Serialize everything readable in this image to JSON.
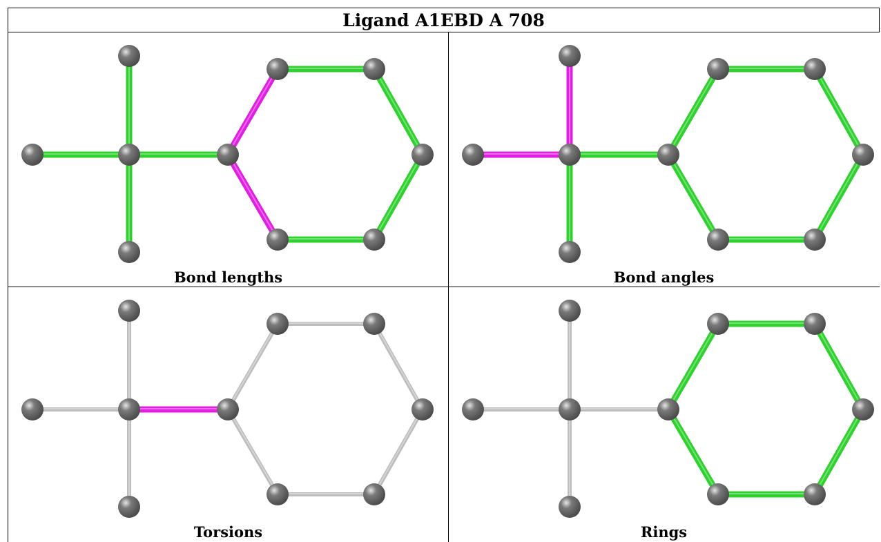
{
  "title": "Ligand A1EBD A 708",
  "colors": {
    "atom": "#7a7a7a",
    "bond_green": "#2fd12f",
    "bond_magenta": "#e020e0",
    "bond_gray": "#bdbdbd"
  },
  "panels": [
    {
      "caption": "Bond lengths",
      "bonds": [
        "green",
        "green",
        "green",
        "green",
        "magenta",
        "magenta",
        "green",
        "green",
        "green",
        "green"
      ]
    },
    {
      "caption": "Bond angles",
      "bonds": [
        "magenta",
        "magenta",
        "green",
        "green",
        "green",
        "green",
        "green",
        "green",
        "green",
        "green"
      ]
    },
    {
      "caption": "Torsions",
      "bonds": [
        "gray",
        "gray",
        "gray",
        "magenta",
        "gray",
        "gray",
        "gray",
        "gray",
        "gray",
        "gray"
      ]
    },
    {
      "caption": "Rings",
      "bonds": [
        "gray",
        "gray",
        "gray",
        "gray",
        "green",
        "green",
        "green",
        "green",
        "green",
        "green"
      ]
    }
  ]
}
